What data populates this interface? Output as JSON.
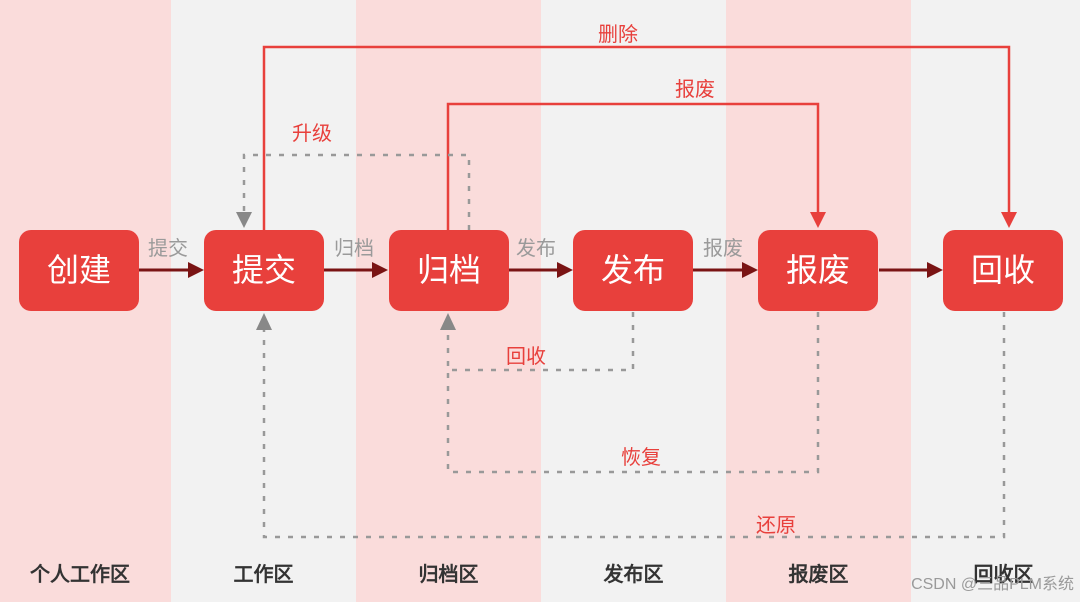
{
  "zones": [
    {
      "label": "个人工作区"
    },
    {
      "label": "工作区"
    },
    {
      "label": "归档区"
    },
    {
      "label": "发布区"
    },
    {
      "label": "报废区"
    },
    {
      "label": "回收区"
    }
  ],
  "nodes": [
    {
      "label": "创建"
    },
    {
      "label": "提交"
    },
    {
      "label": "归档"
    },
    {
      "label": "发布"
    },
    {
      "label": "报废"
    },
    {
      "label": "回收"
    }
  ],
  "forward_edges": [
    {
      "label": "提交"
    },
    {
      "label": "归档"
    },
    {
      "label": "发布"
    },
    {
      "label": "报废"
    },
    {
      "label": ""
    }
  ],
  "overlay_edges": {
    "delete": "删除",
    "scrap": "报废",
    "upgrade": "升级",
    "recycle": "回收",
    "restore": "恢复",
    "revert": "还原"
  },
  "colors": {
    "node_fill": "#e8403c",
    "solid_arrow": "#e8403c",
    "forward_arrow": "#7a1414",
    "dashed_arrow": "#999999",
    "pink_zone": "#fadcdb",
    "gray_zone": "#f2f2f2"
  },
  "watermark": "CSDN @三品PLM系统"
}
